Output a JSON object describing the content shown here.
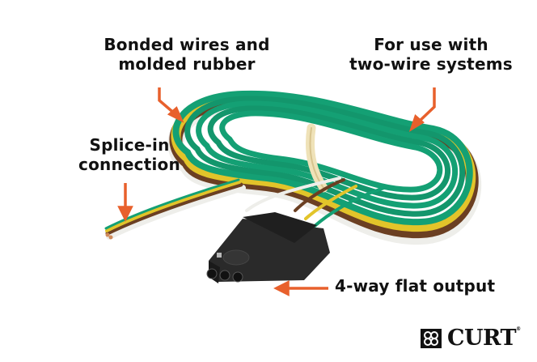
{
  "callouts": {
    "bonded": {
      "line1": "Bonded wires and",
      "line2": "molded rubber"
    },
    "for_use": {
      "line1": "For use with",
      "line2": "two-wire systems"
    },
    "splice": {
      "line1": "Splice-in",
      "line2": "connection"
    },
    "flat_output": {
      "text": "4-way flat output"
    }
  },
  "brand": {
    "name": "CURT",
    "registered": "®"
  },
  "colors": {
    "arrow": "#e8602c",
    "wire_green": "#14a074",
    "wire_yellow": "#e2c42a",
    "wire_brown": "#6b3f22",
    "wire_white": "#eeeeea",
    "connector": "#2a2a2a",
    "band": "#efe2b8"
  },
  "icons": [
    "curt-logo-icon",
    "arrow-icon"
  ]
}
